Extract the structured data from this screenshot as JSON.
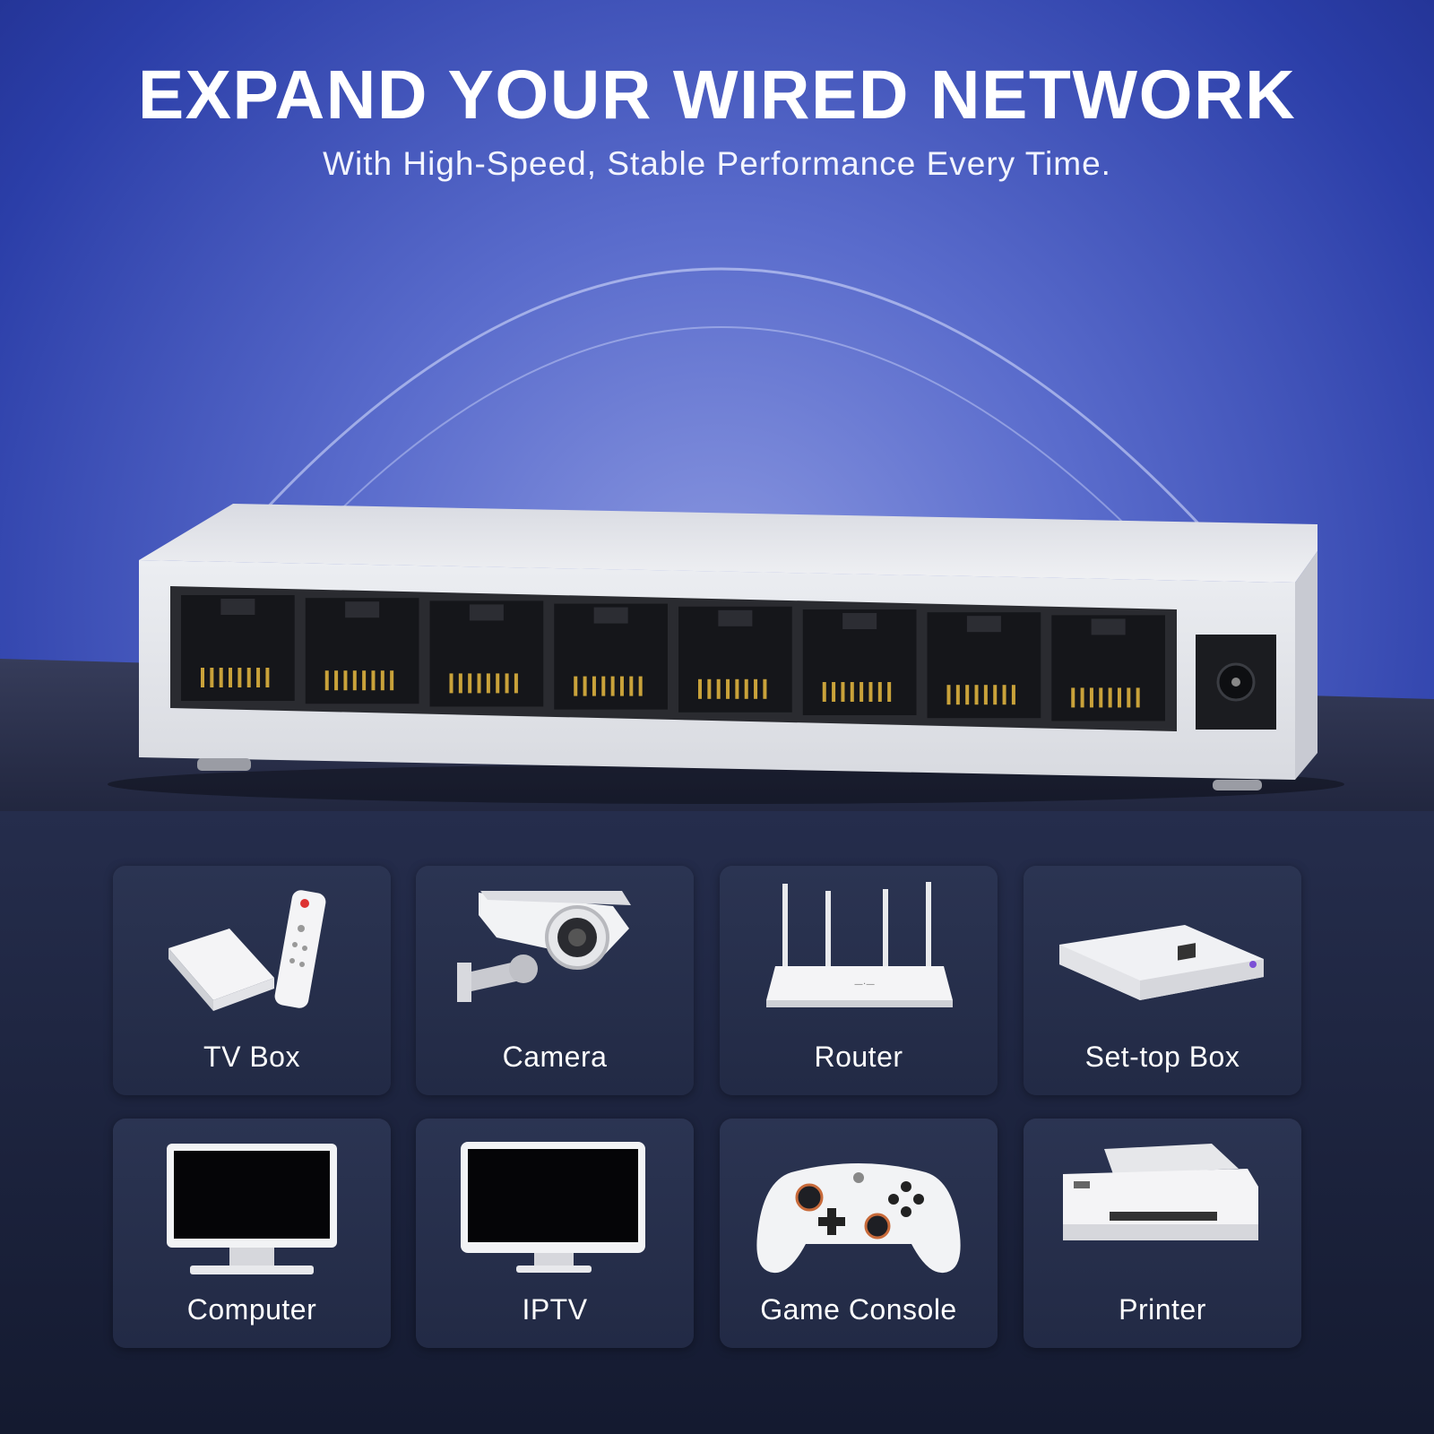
{
  "header": {
    "title": "EXPAND YOUR WIRED NETWORK",
    "subtitle": "With High-Speed, Stable Performance Every Time."
  },
  "product": {
    "name_icon": "ethernet-switch-icon",
    "port_count": 8,
    "body_color": "#e6e7ec"
  },
  "theme": {
    "bg_top": "#2a3fa8",
    "bg_glow": "#8593de",
    "bg_bottom": "#171d35",
    "tile_bg": "#262e4a"
  },
  "devices": [
    {
      "label": "TV Box",
      "icon": "tv-box-icon"
    },
    {
      "label": "Camera",
      "icon": "camera-icon"
    },
    {
      "label": "Router",
      "icon": "router-icon"
    },
    {
      "label": "Set-top Box",
      "icon": "set-top-box-icon"
    },
    {
      "label": "Computer",
      "icon": "computer-icon"
    },
    {
      "label": "IPTV",
      "icon": "iptv-icon"
    },
    {
      "label": "Game Console",
      "icon": "game-console-icon"
    },
    {
      "label": "Printer",
      "icon": "printer-icon"
    }
  ]
}
